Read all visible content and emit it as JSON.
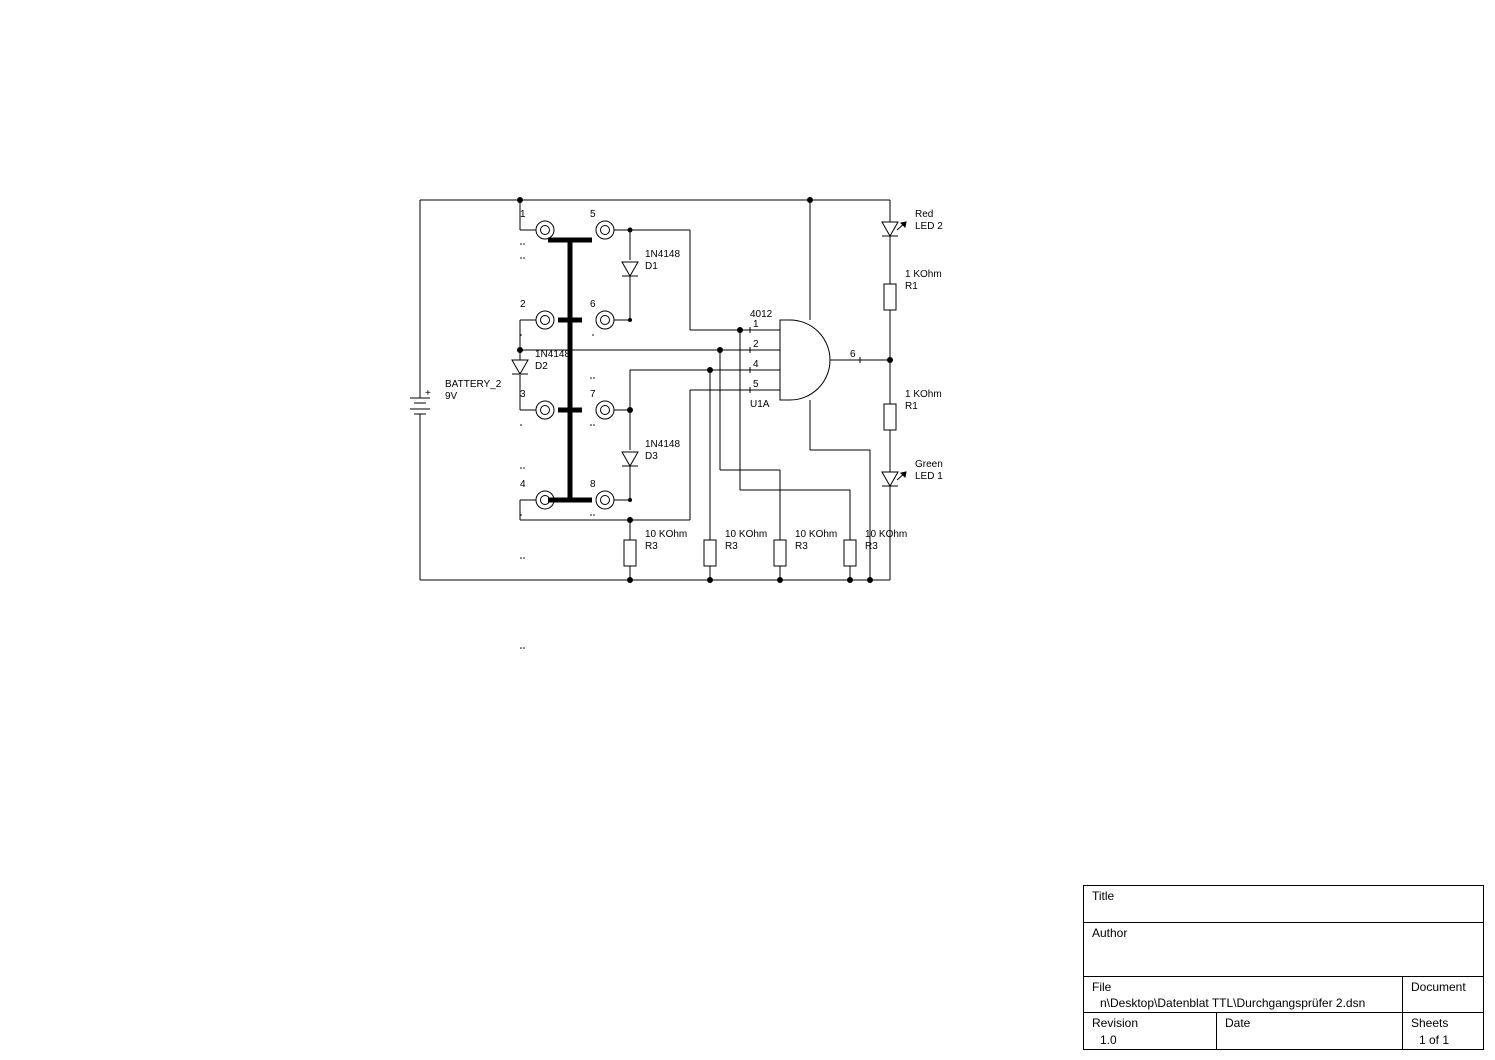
{
  "schematic": {
    "battery": {
      "ref": "BATTERY_2",
      "value": "9V",
      "polarity": "+"
    },
    "diodes": [
      {
        "ref": "D1",
        "value": "1N4148"
      },
      {
        "ref": "D2",
        "value": "1N4148"
      },
      {
        "ref": "D3",
        "value": "1N4148"
      }
    ],
    "switch_pins": [
      "1",
      "2",
      "3",
      "4",
      "5",
      "6",
      "7",
      "8"
    ],
    "gate": {
      "ref": "U1A",
      "part": "4012",
      "pins_in": [
        "1",
        "2",
        "4",
        "5"
      ],
      "pin_out": "6"
    },
    "resistors_top": [
      {
        "ref": "R1",
        "value": "1 KOhm"
      },
      {
        "ref": "R1",
        "value": "1 KOhm"
      }
    ],
    "resistors_bottom": [
      {
        "ref": "R3",
        "value": "10 KOhm"
      },
      {
        "ref": "R3",
        "value": "10 KOhm"
      },
      {
        "ref": "R3",
        "value": "10 KOhm"
      },
      {
        "ref": "R3",
        "value": "10 KOhm"
      }
    ],
    "leds": [
      {
        "color": "Red",
        "ref": "LED 2"
      },
      {
        "color": "Green",
        "ref": "LED 1"
      }
    ]
  },
  "title_block": {
    "title_label": "Title",
    "title_value": "",
    "author_label": "Author",
    "author_value": "",
    "file_label": "File",
    "file_value": "n\\Desktop\\Datenblat TTL\\Durchgangsprüfer 2.dsn",
    "document_label": "Document",
    "document_value": "",
    "revision_label": "Revision",
    "revision_value": "1.0",
    "date_label": "Date",
    "date_value": "",
    "sheets_label": "Sheets",
    "sheets_value": "1 of 1"
  }
}
